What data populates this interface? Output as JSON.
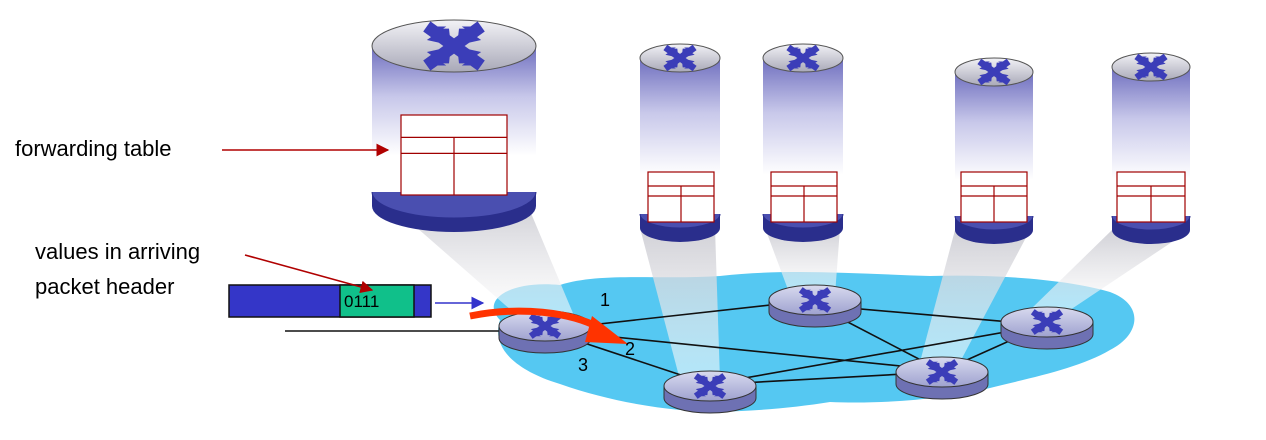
{
  "labels": {
    "forwarding_table": "forwarding table",
    "header_line1": "values in arriving",
    "header_line2": "packet header",
    "header_value": "0111"
  },
  "ports": {
    "p1": "1",
    "p2": "2",
    "p3": "3"
  },
  "colors": {
    "cloud": "#55c8f2",
    "router_body": "#8c8fc4",
    "cylinder_base": "#2a2e8c",
    "table_line": "#a00000",
    "packet_body": "#3436c8",
    "packet_header": "#10c08a",
    "flow_arrow": "#ff3300",
    "label_arrow": "#b00000",
    "link_arrow": "#3333cc"
  },
  "icons": {
    "router": "router-cross-arrows-icon"
  }
}
